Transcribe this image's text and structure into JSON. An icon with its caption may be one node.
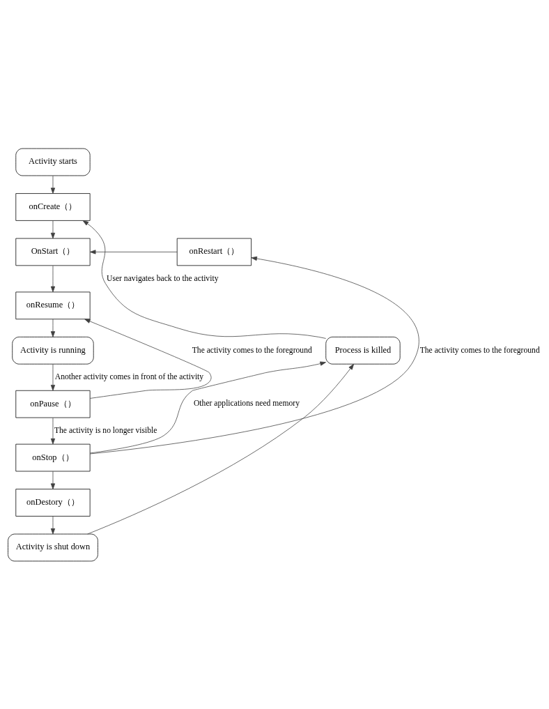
{
  "diagram": {
    "nodes": [
      {
        "text": [
          "Activity starts"
        ]
      },
      {
        "text": [
          "onCreate（）"
        ]
      },
      {
        "text": [
          "OnStart（）"
        ]
      },
      {
        "text": [
          "onRestart（）"
        ]
      },
      {
        "text": [
          "onResume（）"
        ]
      },
      {
        "text": [
          "Process is killed"
        ]
      },
      {
        "text": [
          "Activity is running"
        ]
      },
      {
        "text": [
          "onPause（）"
        ]
      },
      {
        "text": [
          "onStop（）"
        ]
      },
      {
        "text": [
          "onDestory（）"
        ]
      },
      {
        "text": [
          "Activity is shut down"
        ]
      }
    ],
    "edges": [
      {
        "from": 0,
        "to": 1,
        "arrow": "to"
      },
      {
        "from": 1,
        "to": 2,
        "arrow": "to"
      },
      {
        "from": 3,
        "to": 2,
        "arrow": "to"
      },
      {
        "from": 2,
        "to": 4,
        "arrow": "to"
      },
      {
        "from": 4,
        "to": 6,
        "arrow": "to"
      },
      {
        "from": 6,
        "to": 7,
        "arrow": "to",
        "label": "Another activity comes in front of the activity"
      },
      {
        "from": 7,
        "to": 4,
        "arrow": "to",
        "label": "The activity comes to the foreground"
      },
      {
        "from": 7,
        "to": 8,
        "arrow": "to",
        "label": "The activity is no longer visible"
      },
      {
        "from": 8,
        "to": 3,
        "arrow": "to",
        "label": "The activity comes to the foreground"
      },
      {
        "from": 8,
        "to": 9,
        "arrow": "to"
      },
      {
        "from": 9,
        "to": 10,
        "arrow": "to"
      },
      {
        "from": 5,
        "to": 1,
        "arrow": "to",
        "label": "User navigates back to the activity"
      },
      {
        "from": 8,
        "to": 5,
        "arrow": "to",
        "label": "Other applications need memory"
      },
      {
        "from": 10,
        "to": 5,
        "arrow": "to"
      }
    ]
  }
}
